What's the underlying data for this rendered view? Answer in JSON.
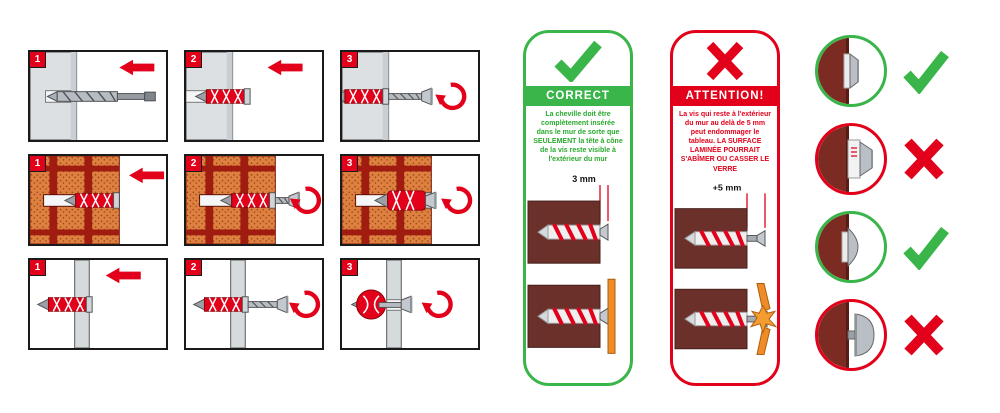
{
  "colors": {
    "green": "#3ab54a",
    "red": "#e2001a",
    "brick_orange": "#dd8040",
    "mortar_red": "#a01c10",
    "wall_gray": "#dce0e3",
    "maroon_wall": "#6b302a",
    "panel_orange": "#ef8c28"
  },
  "steps_grid": {
    "rows": [
      {
        "material": "solid-wall",
        "steps": [
          "1",
          "2",
          "3"
        ]
      },
      {
        "material": "brick-wall",
        "steps": [
          "1",
          "2",
          "3"
        ]
      },
      {
        "material": "hollow-wall",
        "steps": [
          "1",
          "2",
          "3"
        ]
      }
    ]
  },
  "correct_card": {
    "icon": "check-icon",
    "title": "CORRECT",
    "body": "La cheville doit être complètement insérée dans le mur de sorte que SEULEMENT la tête à cône de la vis reste visible à l'extérieur du mur",
    "measurement": "3 mm"
  },
  "attention_card": {
    "icon": "cross-icon",
    "title": "ATTENTION!",
    "body": "La vis qui reste à l'extérieur du mur au delà de 5 mm peut endommager le tableau. LA SURFACE LAMINÉE POURRAIT S'ABÎMER OU CASSER LE VERRE",
    "measurement": "+5 mm"
  },
  "examples": [
    {
      "detail": "flush-countersunk-head",
      "result": "correct",
      "mark": "check-icon"
    },
    {
      "detail": "protruding-anchor-collar",
      "result": "wrong",
      "mark": "cross-icon"
    },
    {
      "detail": "flush-rounded-head",
      "result": "correct",
      "mark": "check-icon"
    },
    {
      "detail": "protruding-pan-head",
      "result": "wrong",
      "mark": "cross-icon"
    }
  ]
}
